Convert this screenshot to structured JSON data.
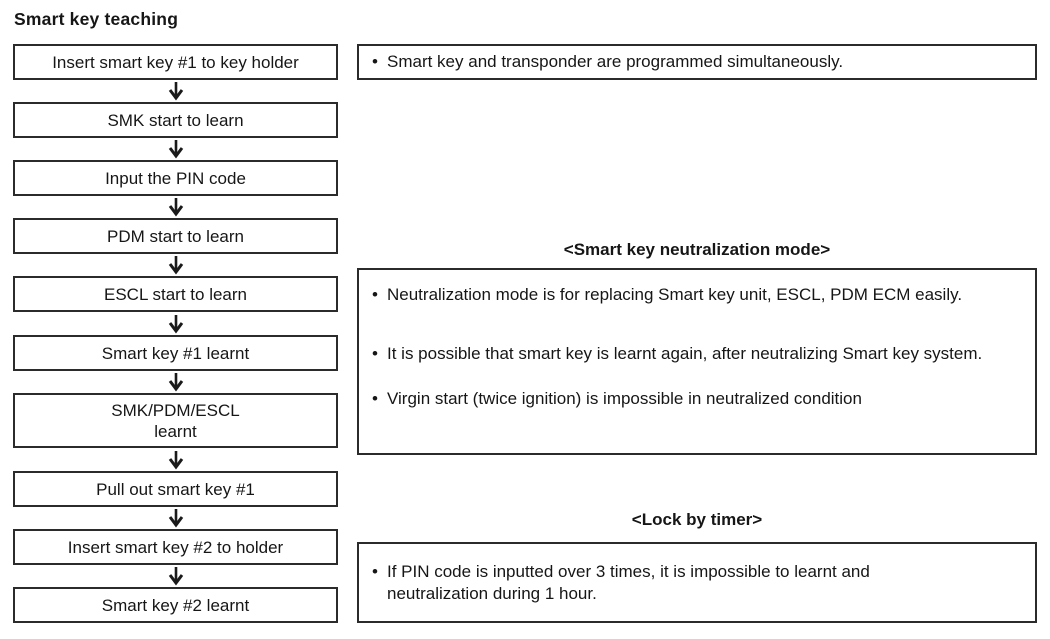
{
  "title": "Smart key teaching",
  "glyphs": {
    "bullet": "•"
  },
  "flowchart": {
    "steps": [
      "Insert smart key #1 to key holder",
      "SMK start to learn",
      "Input the PIN code",
      "PDM start to learn",
      "ESCL start to learn",
      "Smart key #1 learnt",
      "SMK/PDM/ESCL\nlearnt",
      "Pull out smart key #1",
      "Insert smart key #2 to holder",
      "Smart key #2 learnt"
    ]
  },
  "notes": {
    "programming": {
      "bullets": [
        "Smart key and transponder are programmed simultaneously."
      ]
    },
    "neutralization": {
      "heading": "<Smart key neutralization mode>",
      "bullets": [
        "Neutralization mode is for replacing Smart key unit, ESCL, PDM ECM easily.",
        "It is possible that smart key is learnt again, after neutralizing Smart key system.",
        "Virgin start (twice ignition) is impossible in neutralized condition"
      ]
    },
    "lock_by_timer": {
      "heading": "<Lock by timer>",
      "bullets": [
        "If PIN code is inputted over 3 times, it is impossible to learnt and neutralization during 1 hour."
      ]
    }
  },
  "colors": {
    "text": "#161616",
    "border": "#2b2b2b",
    "background": "#ffffff"
  }
}
